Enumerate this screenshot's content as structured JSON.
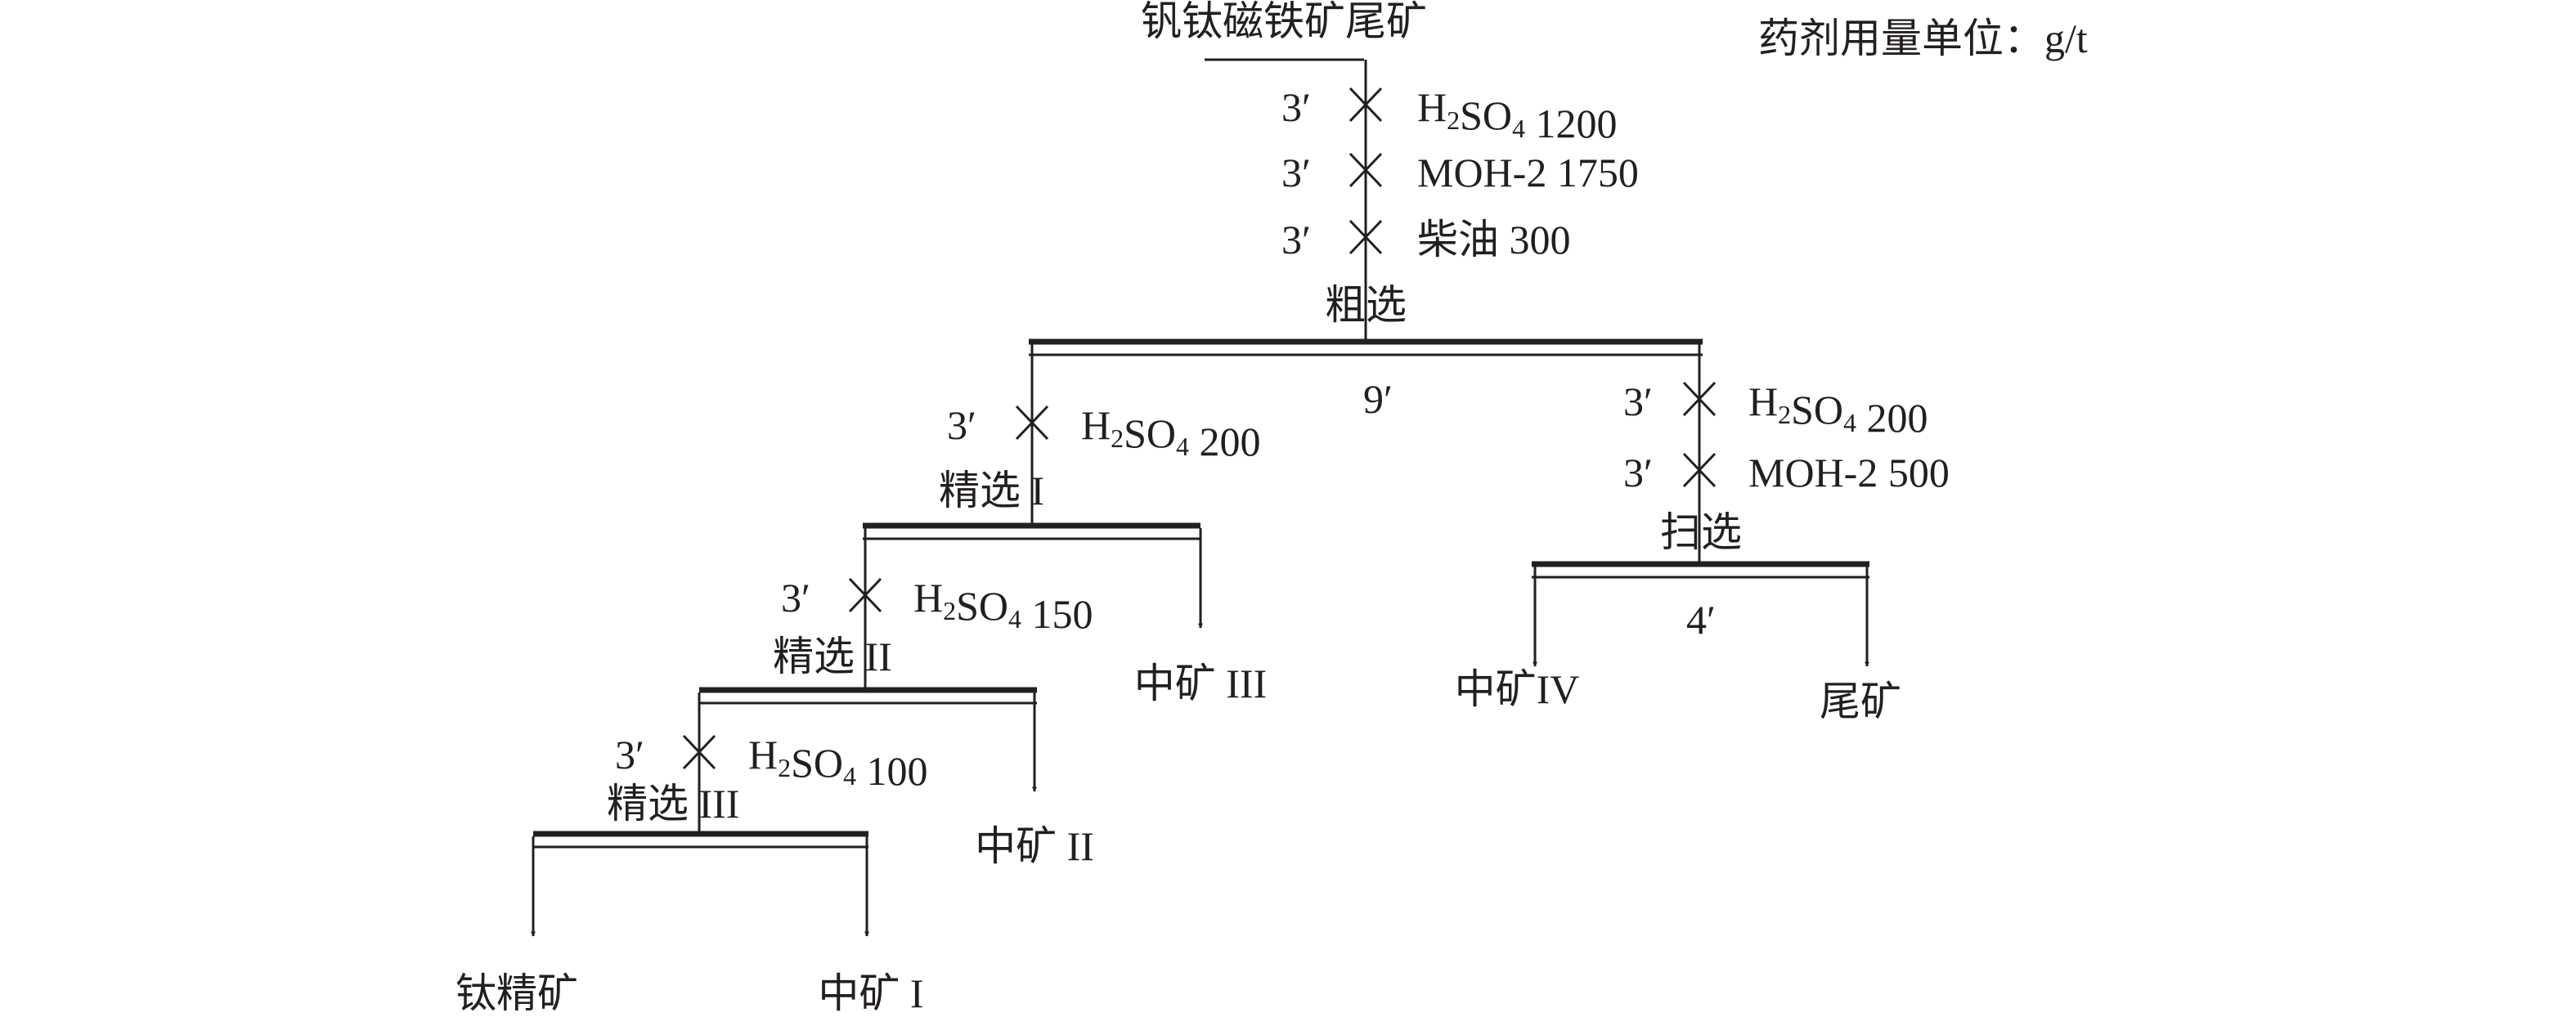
{
  "feed": "钒钛磁铁矿尾矿",
  "unit_note": "药剂用量单位：g/t",
  "rougher": {
    "reagents": [
      {
        "time": "3′",
        "parts": [
          {
            "t": "H"
          },
          {
            "t": "2",
            "sub": true
          },
          {
            "t": "SO"
          },
          {
            "t": "4",
            "sub": true
          },
          {
            "t": " 1200"
          }
        ]
      },
      {
        "time": "3′",
        "parts": [
          {
            "t": "MOH-2 1750"
          }
        ]
      },
      {
        "time": "3′",
        "parts": [
          {
            "t": "柴油 300"
          }
        ]
      }
    ],
    "label": "粗选",
    "time": "9′"
  },
  "cleaner1": {
    "reagents": [
      {
        "time": "3′",
        "parts": [
          {
            "t": "H"
          },
          {
            "t": "2",
            "sub": true
          },
          {
            "t": "SO"
          },
          {
            "t": "4",
            "sub": true
          },
          {
            "t": " 200"
          }
        ]
      }
    ],
    "label": "精选 I"
  },
  "cleaner2": {
    "reagents": [
      {
        "time": "3′",
        "parts": [
          {
            "t": "H"
          },
          {
            "t": "2",
            "sub": true
          },
          {
            "t": "SO"
          },
          {
            "t": "4",
            "sub": true
          },
          {
            "t": " 150"
          }
        ]
      }
    ],
    "label": "精选 II"
  },
  "cleaner3": {
    "reagents": [
      {
        "time": "3′",
        "parts": [
          {
            "t": "H"
          },
          {
            "t": "2",
            "sub": true
          },
          {
            "t": "SO"
          },
          {
            "t": "4",
            "sub": true
          },
          {
            "t": " 100"
          }
        ]
      }
    ],
    "label": "精选 III"
  },
  "scavenger": {
    "reagents": [
      {
        "time": "3′",
        "parts": [
          {
            "t": "H"
          },
          {
            "t": "2",
            "sub": true
          },
          {
            "t": "SO"
          },
          {
            "t": "4",
            "sub": true
          },
          {
            "t": " 200"
          }
        ]
      },
      {
        "time": "3′",
        "parts": [
          {
            "t": "MOH-2 500"
          }
        ]
      }
    ],
    "label": "扫选",
    "time": "4′"
  },
  "products": {
    "concentrate": "钛精矿",
    "middling1": "中矿 I",
    "middling2": "中矿 II",
    "middling3": "中矿 III",
    "middling4": "中矿IV",
    "tailings": "尾矿"
  }
}
